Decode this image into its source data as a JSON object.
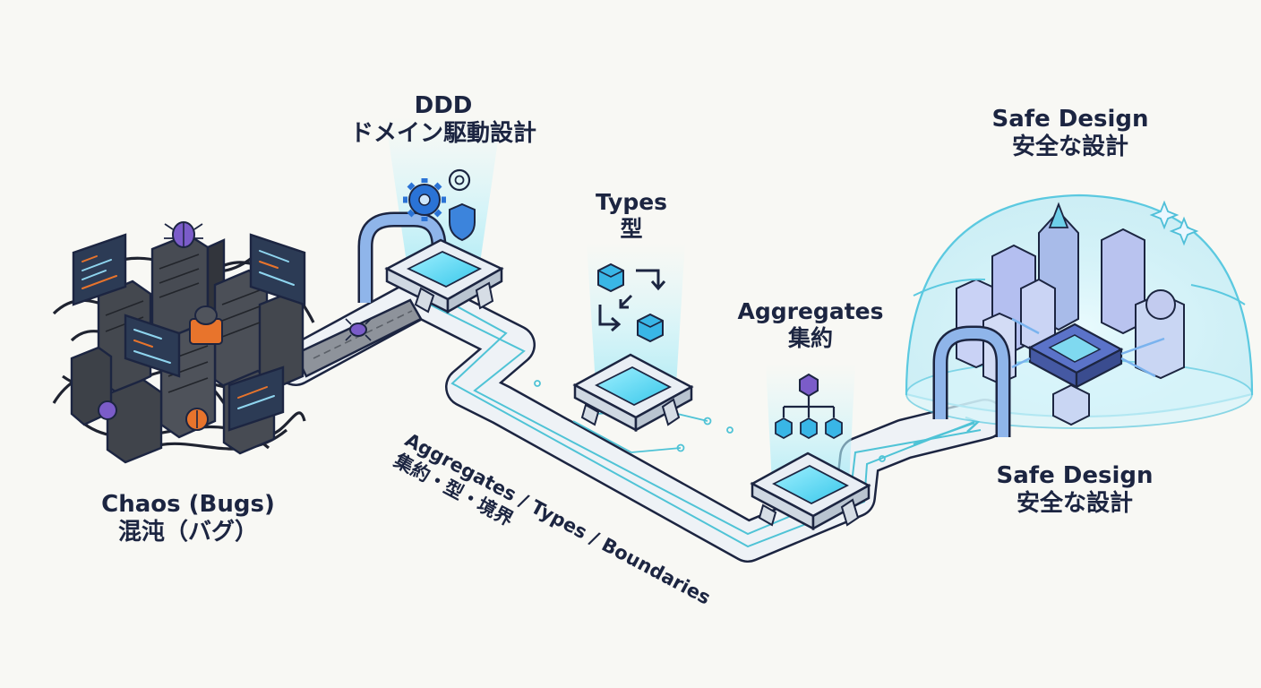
{
  "stages": {
    "chaos": {
      "en": "Chaos (Bugs)",
      "ja": "混沌（バグ）"
    },
    "ddd": {
      "en": "DDD",
      "ja": "ドメイン駆動設計"
    },
    "types": {
      "en": "Types",
      "ja": "型"
    },
    "aggregates": {
      "en": "Aggregates",
      "ja": "集約"
    },
    "safe_top": {
      "en": "Safe Design",
      "ja": "安全な設計"
    },
    "safe_bottom": {
      "en": "Safe Design",
      "ja": "安全な設計"
    }
  },
  "path_caption": {
    "en": "Aggregates / Types / Boundaries",
    "ja": "集約・型・境界"
  },
  "colors": {
    "text": "#1c2541",
    "outline": "#1c2541",
    "accent_cyan": "#6fe3f5",
    "glow": "#bdf3fb",
    "bug_purple": "#7b5cc9",
    "bug_orange": "#e8742c",
    "server_dark": "#3a3d44",
    "cube_blue": "#39b6e6"
  },
  "icons": [
    "gear-icon",
    "shield-icon",
    "bug-icon",
    "cube-icon",
    "arrow-icon",
    "tree-icon",
    "dome-icon",
    "sparkle-icon",
    "arch-gate-icon"
  ]
}
